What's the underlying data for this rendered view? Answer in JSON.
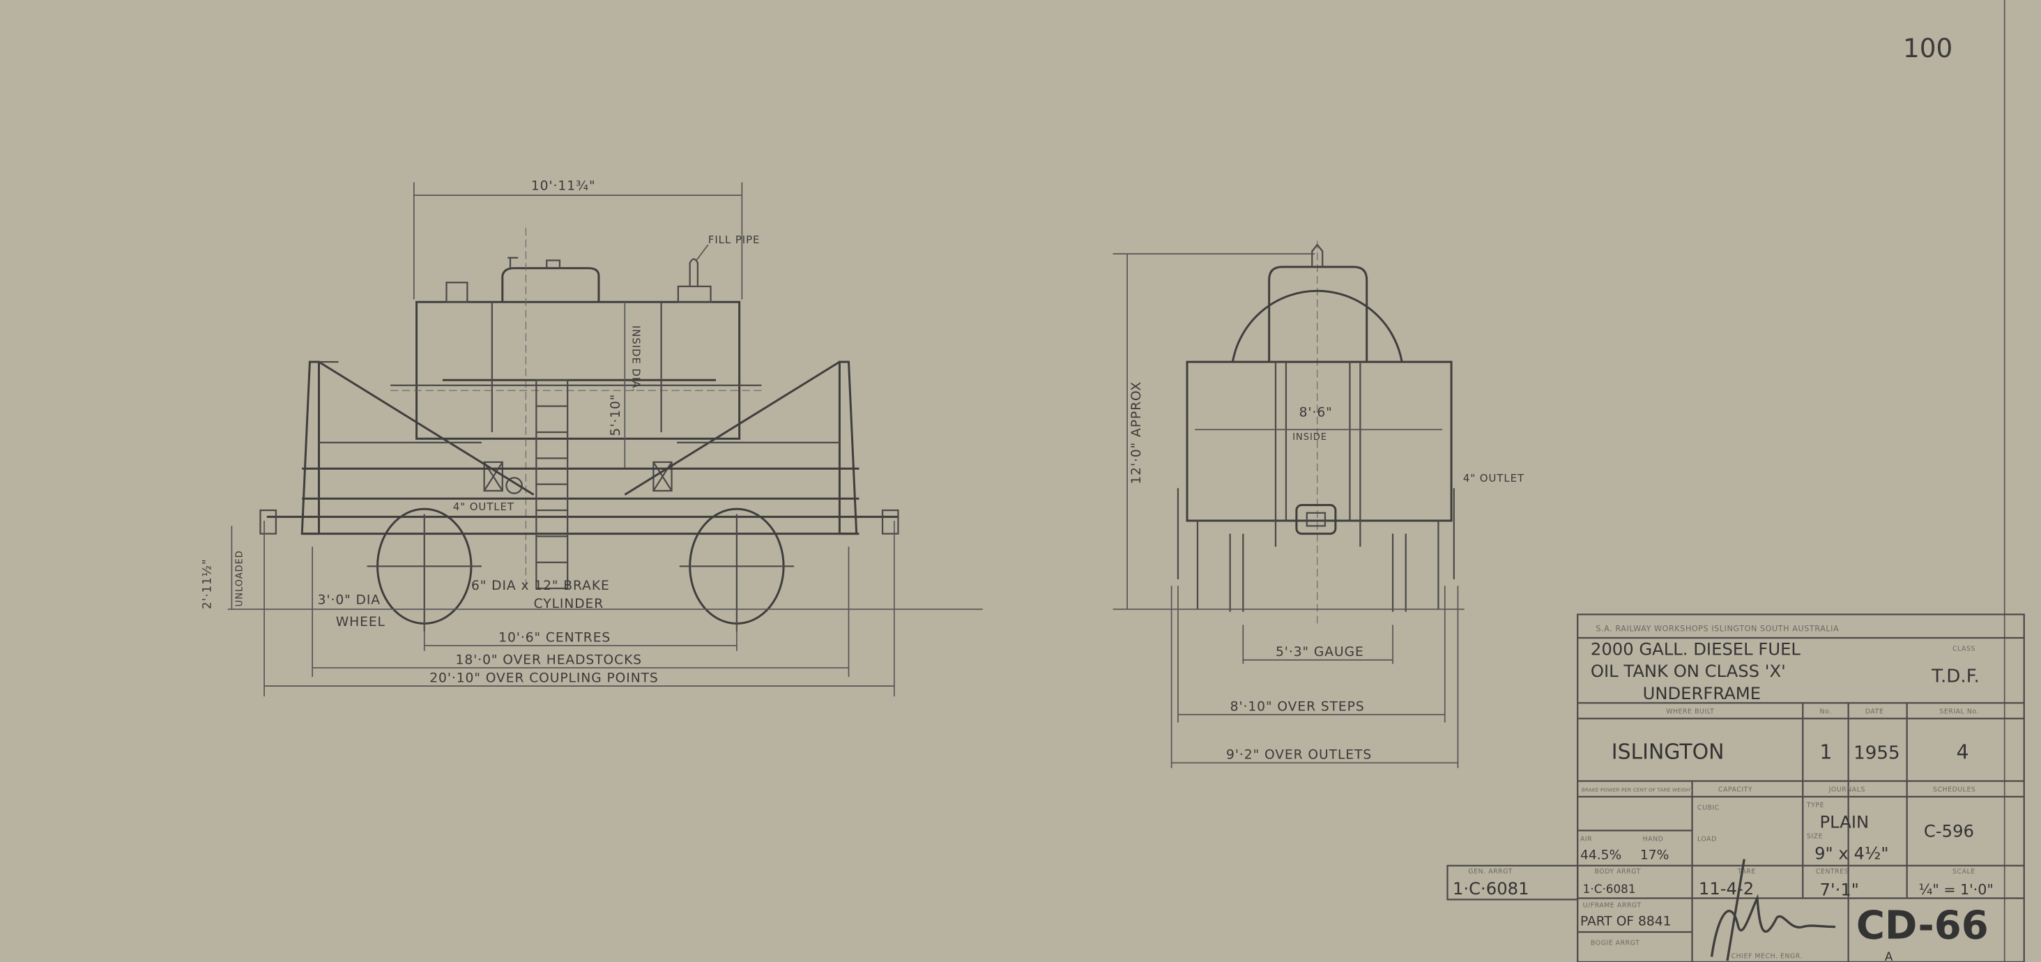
{
  "sheet_number": "100",
  "side_view": {
    "tank_length": "10'·11¾\"",
    "fill_pipe": "FILL PIPE",
    "inside_dia": "INSIDE DIA.",
    "tank_dia": "5'·10\"",
    "outlet": "4\" OUTLET",
    "brake_cylinder_1": "6\" DIA x 12\" BRAKE",
    "brake_cylinder_2": "CYLINDER",
    "wheel_1": "3'·0\" DIA",
    "wheel_2": "WHEEL",
    "buffer_height": "2'·11½\"",
    "unloaded": "UNLOADED",
    "centres": "10'·6\" CENTRES",
    "headstocks": "18'·0\" OVER HEADSTOCKS",
    "coupling": "20'·10\" OVER COUPLING POINTS"
  },
  "end_view": {
    "height": "12'·0\" APPROX",
    "inside_width": "8'·6\"",
    "inside": "INSIDE",
    "outlet": "4\" OUTLET",
    "gauge": "5'·3\" GAUGE",
    "over_steps": "8'·10\" OVER STEPS",
    "over_outlets": "9'·2\" OVER OUTLETS"
  },
  "title_block": {
    "header": "S.A. RAILWAY WORKSHOPS ISLINGTON SOUTH AUSTRALIA",
    "title_1": "2000 GALL. DIESEL FUEL",
    "title_2": "OIL TANK ON CLASS 'X'",
    "title_3": "UNDERFRAME",
    "class_label": "CLASS",
    "class_value": "T.D.F.",
    "where_built_label": "WHERE BUILT",
    "no_label": "No.",
    "date_label": "DATE",
    "serial_label": "SERIAL No.",
    "where_built": "ISLINGTON",
    "no": "1",
    "date": "1955",
    "serial": "4",
    "brake_power_label": "BRAKE POWER PER CENT OF TARE WEIGHT",
    "capacity_label": "CAPACITY",
    "journals_label": "JOURNALS",
    "schedules_label": "SCHEDULES",
    "cubic_label": "CUBIC",
    "load_label": "LOAD",
    "type_label": "TYPE",
    "size_label": "SIZE",
    "air_label": "AIR",
    "hand_label": "HAND",
    "air_value": "44.5%",
    "hand_value": "17%",
    "journal_type": "PLAIN",
    "journal_size": "9\" x 4½\"",
    "schedule": "C-596",
    "gen_arrgt_label": "GEN. ARRGT",
    "gen_arrgt": "1·C·6081",
    "body_arrgt_label": "BODY ARRGT",
    "body_arrgt": "1·C·6081",
    "tare_label": "TARE",
    "tare": "11-4-2",
    "centres_label": "CENTRES",
    "centres": "7'·1\"",
    "scale_label": "SCALE",
    "scale": "¼\" = 1'·0\"",
    "uframe_arrgt_label": "U/FRAME ARRGT",
    "uframe_arrgt": "PART OF 8841",
    "bogie_arrgt_label": "BOGIE ARRGT",
    "chief_label": "CHIEF MECH. ENGR.",
    "signature": "A. Pryce",
    "drawing_no": "CD-66",
    "drawing_suffix": "A"
  }
}
